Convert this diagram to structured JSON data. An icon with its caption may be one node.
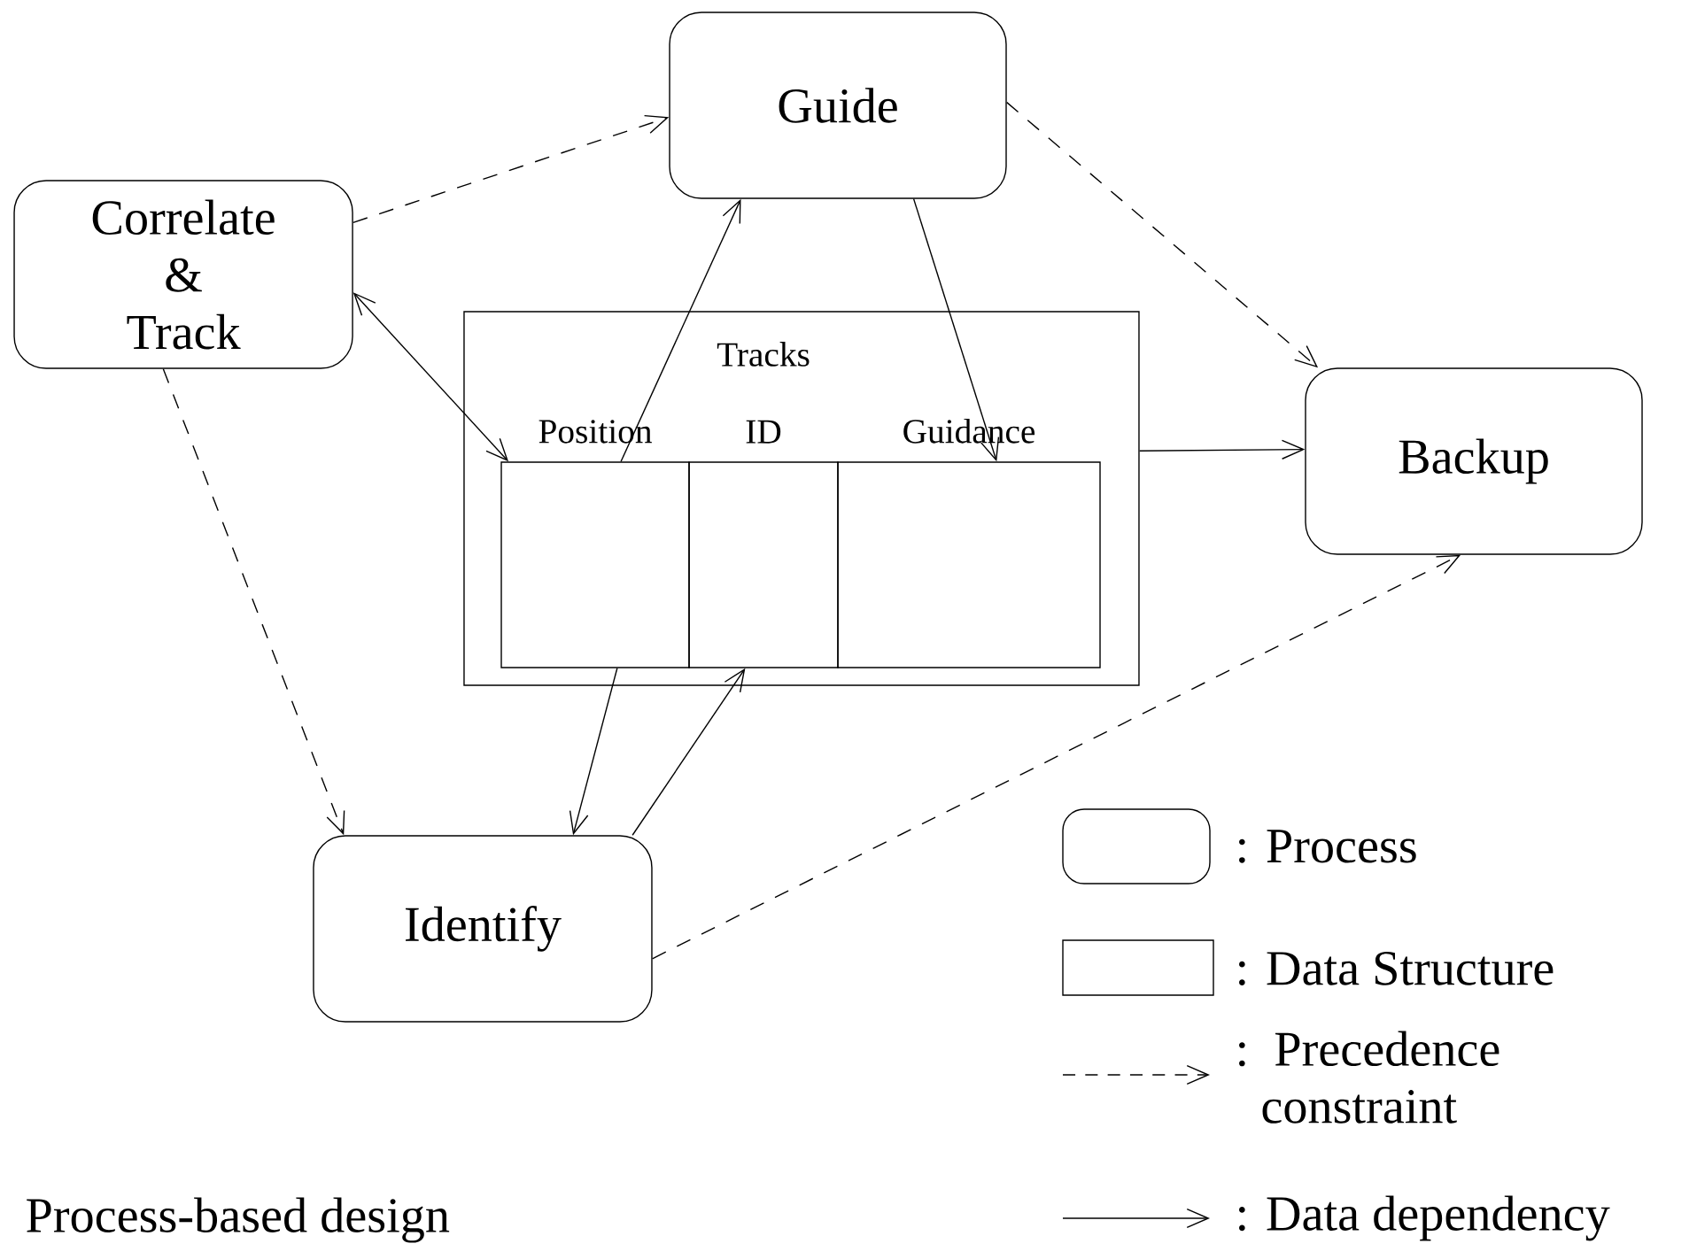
{
  "diagram": {
    "caption": "Process-based design",
    "nodes": [
      {
        "text": [
          "Guide"
        ]
      },
      {
        "text": [
          "Correlate & Track"
        ]
      },
      {
        "text": [
          "Tracks"
        ]
      },
      {
        "text": [
          "Position"
        ],
        "in": 2
      },
      {
        "text": [
          "ID"
        ],
        "in": 2
      },
      {
        "text": [
          "Guidance"
        ],
        "in": 2
      },
      {
        "text": [
          "Backup"
        ]
      },
      {
        "text": [
          "Identify"
        ]
      }
    ],
    "edges": [
      {
        "from": 1,
        "to": 0,
        "arrow": "to",
        "style": "dashed"
      },
      {
        "from": 0,
        "to": 6,
        "arrow": "to",
        "style": "dashed"
      },
      {
        "from": 1,
        "to": 7,
        "arrow": "to",
        "style": "dashed"
      },
      {
        "from": 7,
        "to": 6,
        "arrow": "to",
        "style": "dashed"
      },
      {
        "from": 1,
        "to": 3,
        "arrow": "both"
      },
      {
        "from": 3,
        "to": 0,
        "arrow": "to"
      },
      {
        "from": 0,
        "to": 5,
        "arrow": "to"
      },
      {
        "from": 2,
        "to": 6,
        "arrow": "to"
      },
      {
        "from": 3,
        "to": 7,
        "arrow": "to"
      },
      {
        "from": 7,
        "to": 4,
        "arrow": "to"
      }
    ],
    "legend": [
      {
        "text": ": Process"
      },
      {
        "text": ": Data Structure"
      },
      {
        "text": ": Precedence constraint"
      },
      {
        "text": ": Data dependency"
      }
    ]
  }
}
